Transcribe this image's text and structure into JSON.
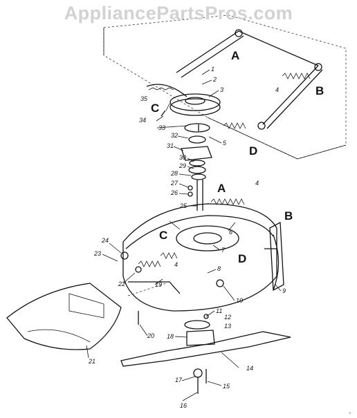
{
  "watermark": "AppliancePartsPros.com",
  "letter_labels": [
    "A",
    "B",
    "C",
    "D",
    "A",
    "B",
    "C",
    "D"
  ],
  "part_numbers": [
    "1",
    "2",
    "3",
    "4",
    "5",
    "7",
    "8",
    "9",
    "10",
    "11",
    "12",
    "13",
    "14",
    "15",
    "16",
    "17",
    "18",
    "19",
    "20",
    "21",
    "22",
    "23",
    "24",
    "25",
    "26",
    "27",
    "28",
    "29",
    "30",
    "31",
    "32",
    "33",
    "34",
    "35",
    "4",
    "4",
    "6"
  ]
}
